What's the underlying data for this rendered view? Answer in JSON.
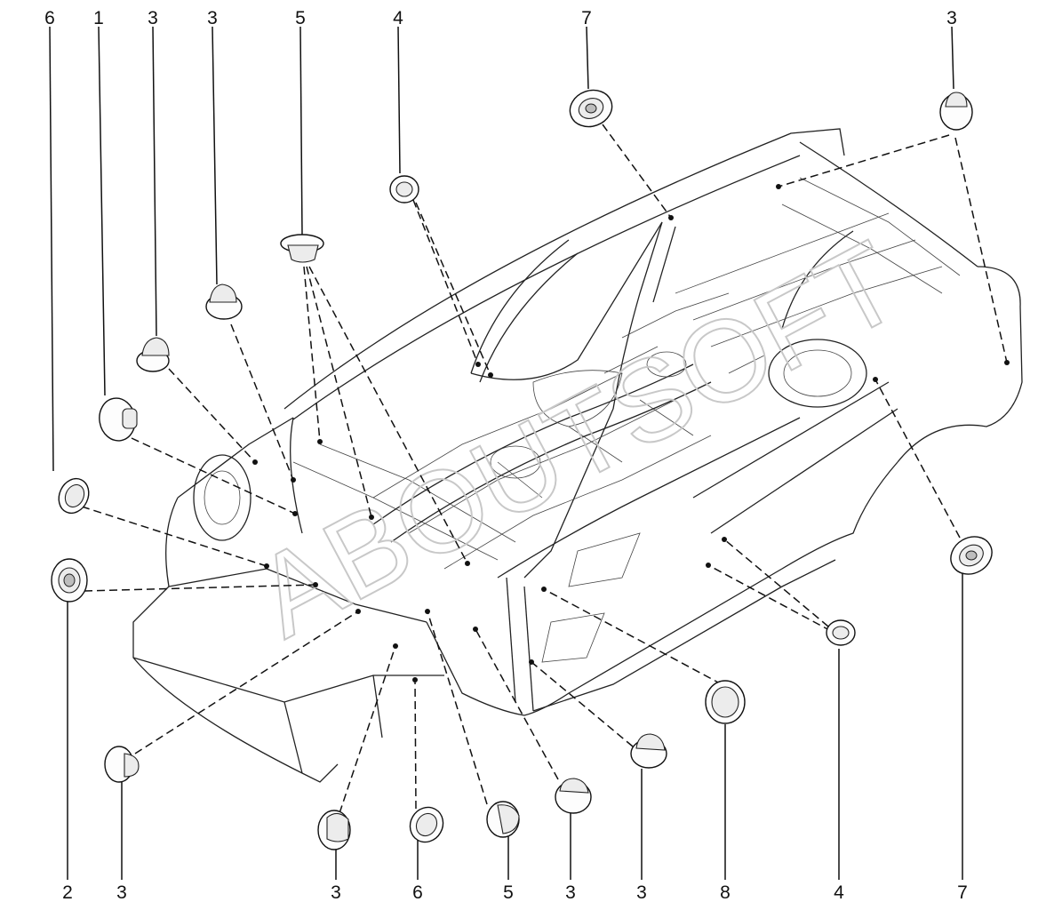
{
  "callouts": {
    "top_6": "6",
    "top_1": "1",
    "top_3a": "3",
    "top_3b": "3",
    "top_5": "5",
    "top_4": "4",
    "top_7": "7",
    "top_3c": "3",
    "bottom_2": "2",
    "bottom_3a": "3",
    "bottom_3b": "3",
    "bottom_6": "6",
    "bottom_5": "5",
    "bottom_3c": "3",
    "bottom_3d": "3",
    "bottom_8": "8",
    "bottom_4": "4",
    "bottom_7": "7"
  },
  "watermark": "ABOUTSOFT"
}
